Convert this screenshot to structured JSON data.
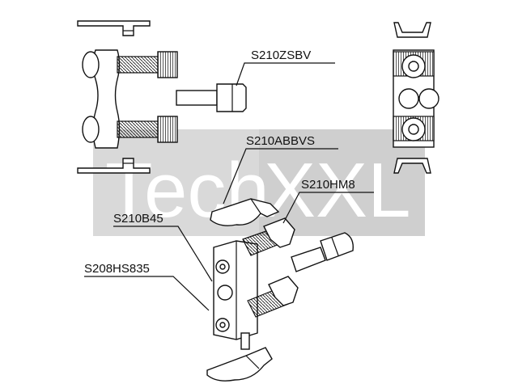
{
  "watermark": {
    "text_left": "Tech",
    "text_right": "XXL",
    "band_color": "#d9d9d9"
  },
  "labels": {
    "top_part": "S210ZSBV",
    "cover": "S210ABBVS",
    "hammer_nut": "S210HM8",
    "block": "S210B45",
    "screw": "S208HS835"
  }
}
